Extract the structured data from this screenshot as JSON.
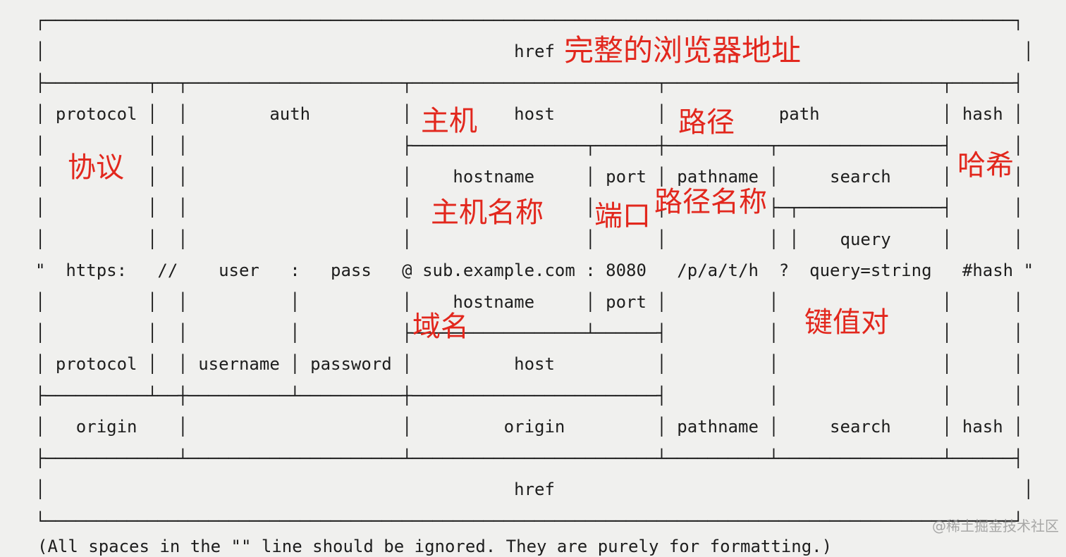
{
  "diagram": {
    "ascii_lines": [
      "┌───────────────────────────────────────────────────────────────────────────────────────────────┐",
      "│                                              href                                              │",
      "├──────────┬──┬─────────────────────┬────────────────────────┬───────────────────────────┬──────┤",
      "│ protocol │  │        auth         │          host          │           path            │ hash │",
      "│          │  │                     ├─────────────────┬──────┼──────────┬────────────────┤      │",
      "│          │  │                     │    hostname     │ port │ pathname │     search     │      │",
      "│          │  │                     │                 │      │          ├─┬──────────────┤      │",
      "│          │  │                     │                 │      │          │ │    query     │      │",
      "\"  https:   //    user   :   pass   @ sub.example.com : 8080   /p/a/t/h  ?  query=string   #hash \"",
      "│          │  │          │          │    hostname     │ port │          │                │      │",
      "│          │  │          │          ├─────────────────┴──────┤          │                │      │",
      "│ protocol │  │ username │ password │          host          │          │                │      │",
      "├──────────┴──┼──────────┴──────────┼────────────────────────┤          │                │      │",
      "│   origin    │                     │         origin         │ pathname │     search     │ hash │",
      "├─────────────┴─────────────────────┴────────────────────────┴──────────┴────────────────┴──────┤",
      "│                                              href                                              │",
      "└───────────────────────────────────────────────────────────────────────────────────────────────┘"
    ],
    "footnote": "(All spaces in the \"\" line should be ignored. They are purely for formatting.)",
    "field_labels": {
      "top_row": [
        "href"
      ],
      "component_row": [
        "protocol",
        "auth",
        "host",
        "path",
        "hash"
      ],
      "host_breakdown_row": [
        "hostname",
        "port",
        "pathname",
        "search"
      ],
      "query_row": [
        "query"
      ],
      "below_url_row": [
        "hostname",
        "port"
      ],
      "credentials_row": [
        "protocol",
        "username",
        "password",
        "host"
      ],
      "origin_row": [
        "origin",
        "origin",
        "pathname",
        "search",
        "hash"
      ],
      "bottom_row": [
        "href"
      ]
    }
  },
  "url_example": {
    "quote_open": "\"",
    "protocol": "https:",
    "slashes": "//",
    "username": "user",
    "colon_separator": ":",
    "password": "pass",
    "at_sign": "@",
    "hostname": "sub.example.com",
    "port_separator": ":",
    "port": "8080",
    "pathname": "/p/a/t/h",
    "question_mark": "?",
    "query": "query=string",
    "hash": "#hash",
    "quote_close": "\""
  },
  "annotations": {
    "full_address": "完整的浏览器地址",
    "host": "主机",
    "path": "路径",
    "protocol": "协议",
    "hash": "哈希",
    "hostname": "主机名称",
    "port": "端口",
    "pathname": "路径名称",
    "domain": "域名",
    "key_value": "键值对"
  },
  "watermark": {
    "text": "@稀土掘金技术社区"
  },
  "colors": {
    "background": "#f0f0ee",
    "diagram_ink": "#1d1d1d",
    "annotation_red": "#e2271d",
    "watermark_gray": "#8f8f8f"
  }
}
